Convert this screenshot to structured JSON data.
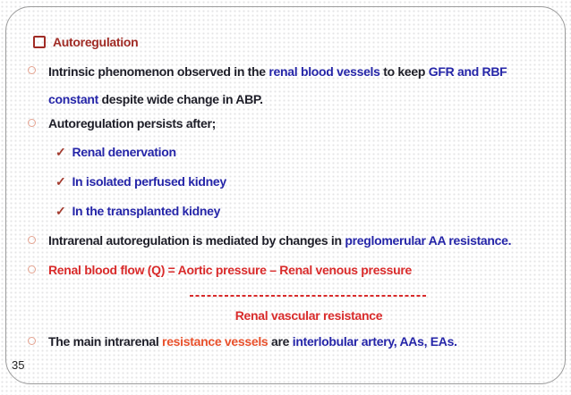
{
  "page_number": "35",
  "icons": {
    "check": "✓",
    "square_bullet": "hollow-square",
    "circle_bullet": "hollow-circle"
  },
  "colors": {
    "title_red": "#a02c26",
    "body_dark": "#1e1e28",
    "highlight_blue": "#2525a8",
    "formula_red": "#d92b2b",
    "highlight_orange": "#e8512c",
    "bullet_ring": "#e5a390",
    "check_maroon": "#a33a2d",
    "border_gray": "#9c9c9c"
  },
  "title": "Autoregulation",
  "items": {
    "intrinsic": {
      "s1": "Intrinsic phenomenon observed in the ",
      "s2": "renal blood vessels",
      "s3": " to keep ",
      "s4": "GFR and RBF",
      "s5": "constant",
      "s6": " despite wide change in ABP."
    },
    "persists": "Autoregulation persists after;",
    "checks": [
      "Renal denervation",
      "In isolated perfused kidney",
      "In the transplanted kidney"
    ],
    "intrarenal": {
      "s1": "Intrarenal autoregulation is mediated by changes in ",
      "s2": "preglomerular AA resistance."
    },
    "formula": "Renal blood flow (Q) = Aortic pressure – Renal venous pressure",
    "formula_denominator": "Renal vascular resistance",
    "main_vessels": {
      "s1": "The main intrarenal ",
      "s2": "resistance vessels",
      "s3": " are ",
      "s4": "interlobular artery, AAs, EAs."
    }
  }
}
